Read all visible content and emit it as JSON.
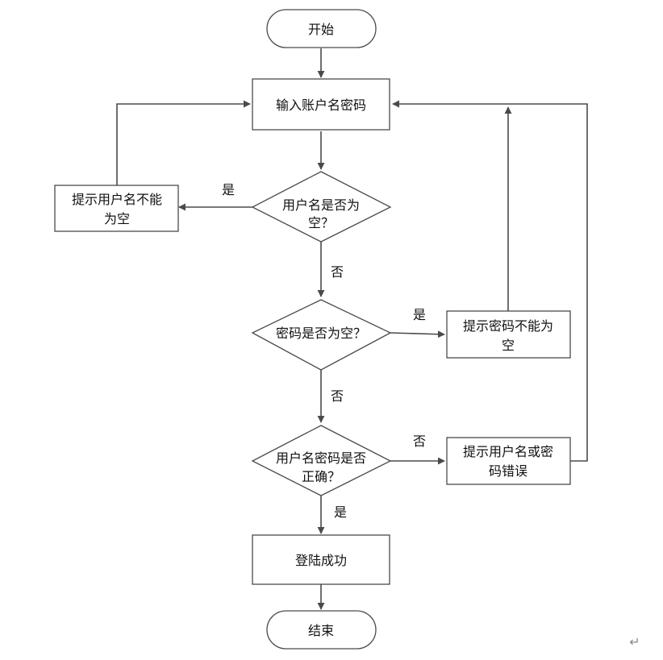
{
  "nodes": {
    "start": "开始",
    "input": "输入账户名密码",
    "check_user_empty": [
      "用户名是否为",
      "空？"
    ],
    "prompt_user_empty": [
      "提示用户名不能",
      "为空"
    ],
    "check_pwd_empty": "密码是否为空？",
    "prompt_pwd_empty": [
      "提示密码不能为",
      "空"
    ],
    "check_correct": [
      "用户名密码是否",
      "正确？"
    ],
    "prompt_wrong": [
      "提示用户名或密",
      "码错误"
    ],
    "login_success": "登陆成功",
    "end": "结束"
  },
  "edge_labels": {
    "user_empty_yes": "是",
    "user_empty_no": "否",
    "pwd_empty_yes": "是",
    "pwd_empty_no": "否",
    "correct_no": "否",
    "correct_yes": "是"
  },
  "corner_mark": "↵"
}
